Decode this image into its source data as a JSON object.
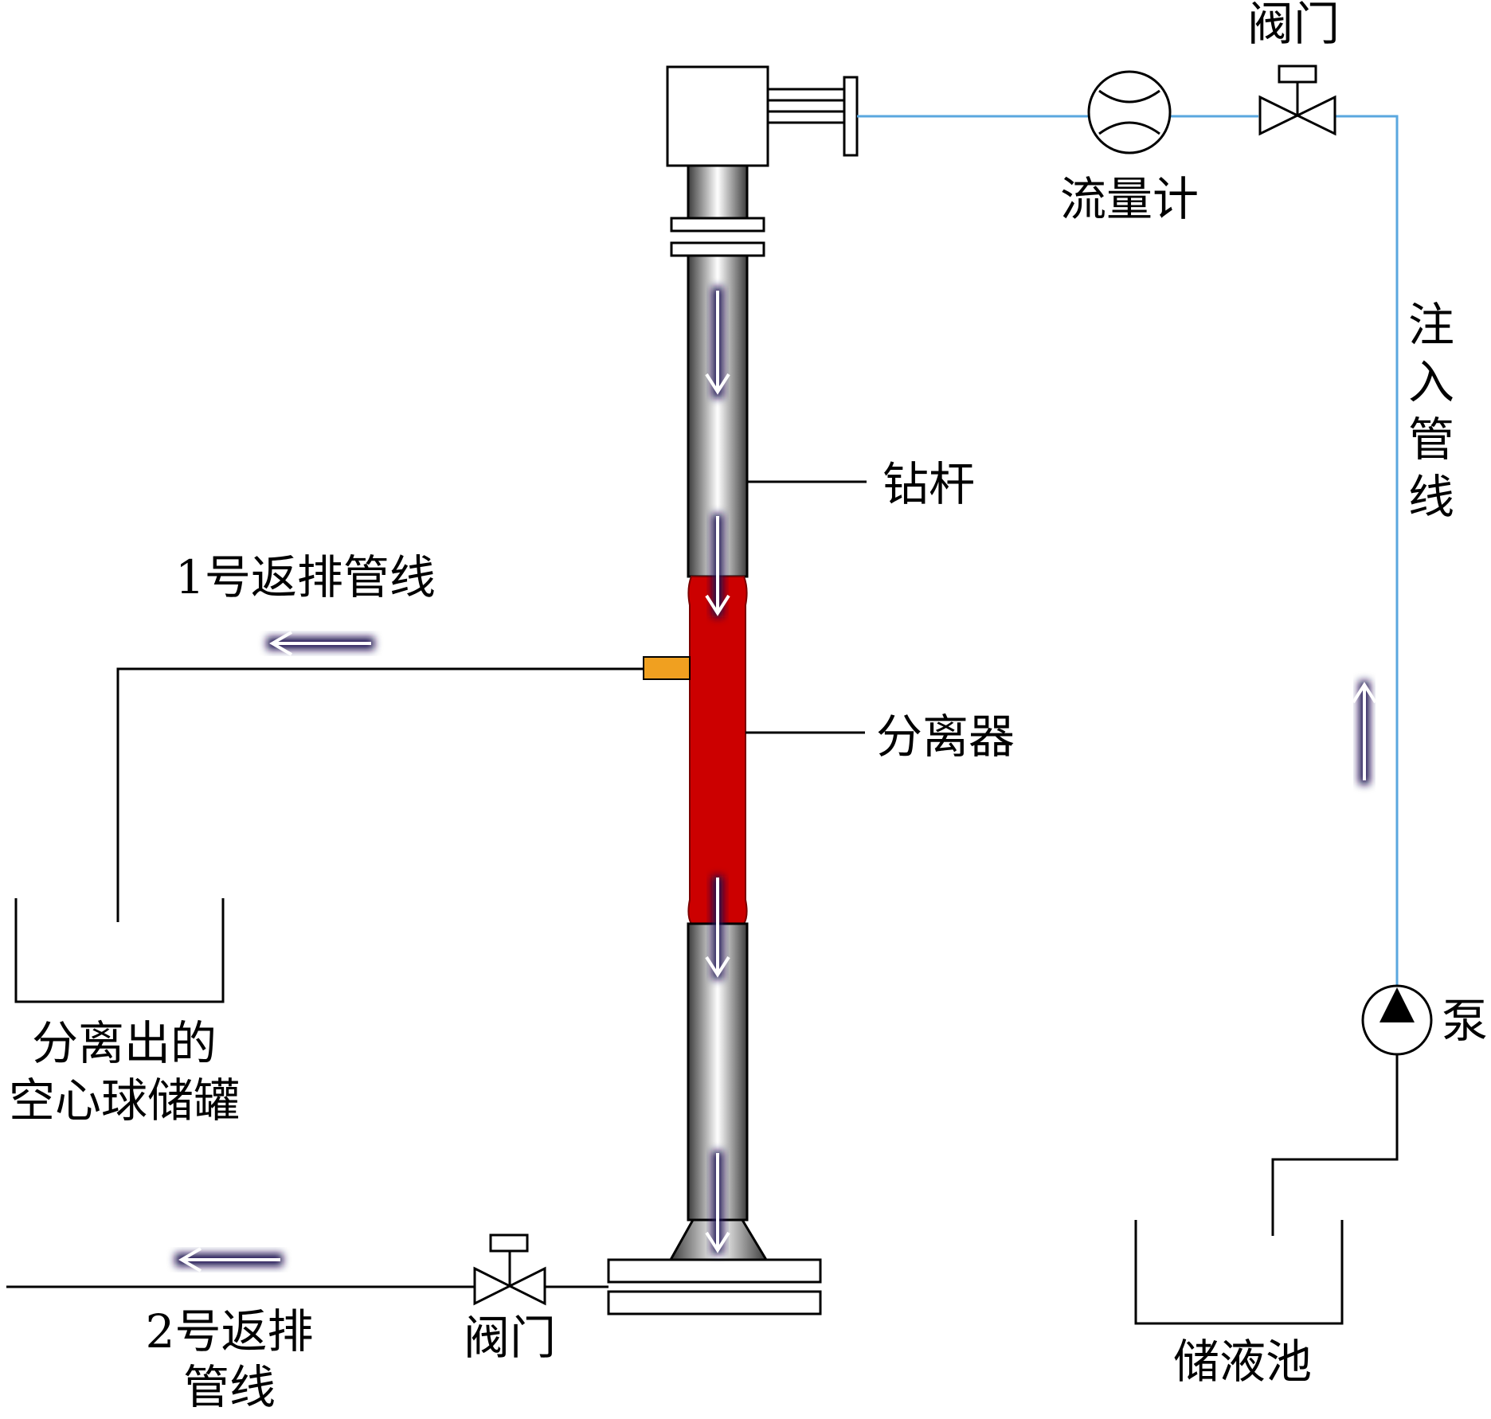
{
  "labels": {
    "valve_top": "阀门",
    "flowmeter": "流量计",
    "injection_line": [
      "注",
      "入",
      "管",
      "线"
    ],
    "drill_pipe": "钻杆",
    "return_line_1": "1号返排管线",
    "separator": "分离器",
    "tank_line1": "分离出的",
    "tank_line2": "空心球储罐",
    "pump": "泵",
    "return_line_2_l1": "2号返排",
    "return_line_2_l2": "管线",
    "valve_bottom": "阀门",
    "reservoir": "储液池"
  },
  "colors": {
    "separator": "#cc0000",
    "outlet": "#f0a020",
    "injection_line": "#5aa7df",
    "arrow_glow": "#1a1050"
  }
}
